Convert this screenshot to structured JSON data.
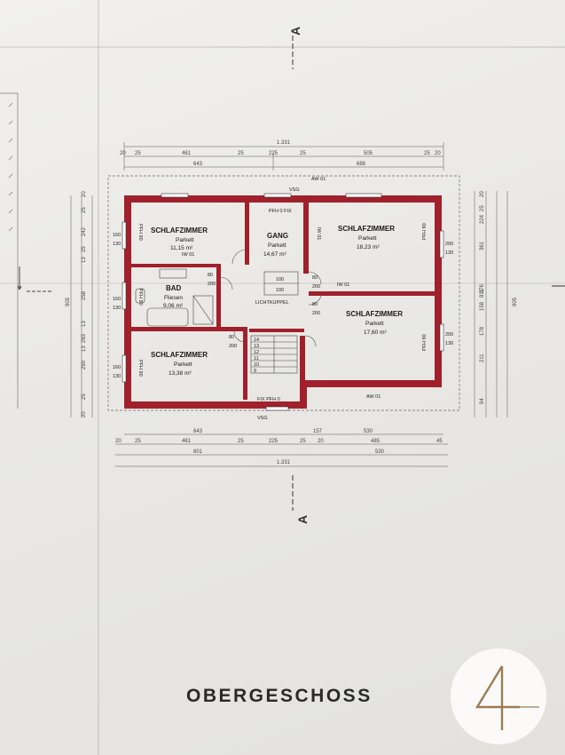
{
  "plan": {
    "title": "OBERGESCHOSS",
    "section_marker": "A",
    "overall": "1.331",
    "top_dims_row1": [
      "20",
      "25",
      "461",
      "25",
      "225",
      "25",
      "505",
      "25",
      "20"
    ],
    "top_dims_row2": [
      "643",
      "688"
    ],
    "bottom_dims_row1": [
      "643",
      "157",
      "530"
    ],
    "bottom_dims_row2": [
      "20",
      "25",
      "461",
      "25",
      "225",
      "25",
      "20",
      "485",
      "45"
    ],
    "bottom_dims_row3": [
      "801",
      "530"
    ],
    "left_dims": [
      "20",
      "25",
      "242",
      "25",
      "13",
      "258",
      "13",
      "283",
      "13",
      "290",
      "25",
      "20"
    ],
    "left_total": "905",
    "right_dims": [
      "20",
      "25",
      "224",
      "361",
      "376",
      "811",
      "158",
      "178",
      "211",
      "94",
      "905"
    ],
    "rooms": [
      {
        "name": "SCHLAFZIMMER",
        "floor": "Parkett",
        "area": "11,15 m²"
      },
      {
        "name": "GANG",
        "floor": "Parkett",
        "area": "14,67 m²"
      },
      {
        "name": "SCHLAFZIMMER",
        "floor": "Parkett",
        "area": "18,23 m²"
      },
      {
        "name": "BAD",
        "floor": "Fliesen",
        "area": "9,06 m²"
      },
      {
        "name": "SCHLAFZIMMER",
        "floor": "Parkett",
        "area": "17,60 m²"
      },
      {
        "name": "SCHLAFZIMMER",
        "floor": "Parkett",
        "area": "13,38 m²"
      }
    ],
    "labels": {
      "pfh0fix_top": "PFH 0 FIX",
      "vsg_top": "VSG",
      "aw01_top": "AW 01",
      "lichtkuppel": "LICHTKUPPEL",
      "lichtkuppel_a": "100",
      "lichtkuppel_b": "100",
      "fix_pfh0_bottom": "FIX PFH 0",
      "vsg_bottom": "VSG",
      "aw01_bottom": "AW 01",
      "iw01_a": "IW 01",
      "iw01_b": "IW 01",
      "iw01_c": "IW 01",
      "pfh90": "PFH 90",
      "w160": "160",
      "w130": "130",
      "w200": "200",
      "w80": "80",
      "w100": "100"
    },
    "stairs": [
      "14",
      "13",
      "12",
      "11",
      "10",
      "9"
    ]
  }
}
